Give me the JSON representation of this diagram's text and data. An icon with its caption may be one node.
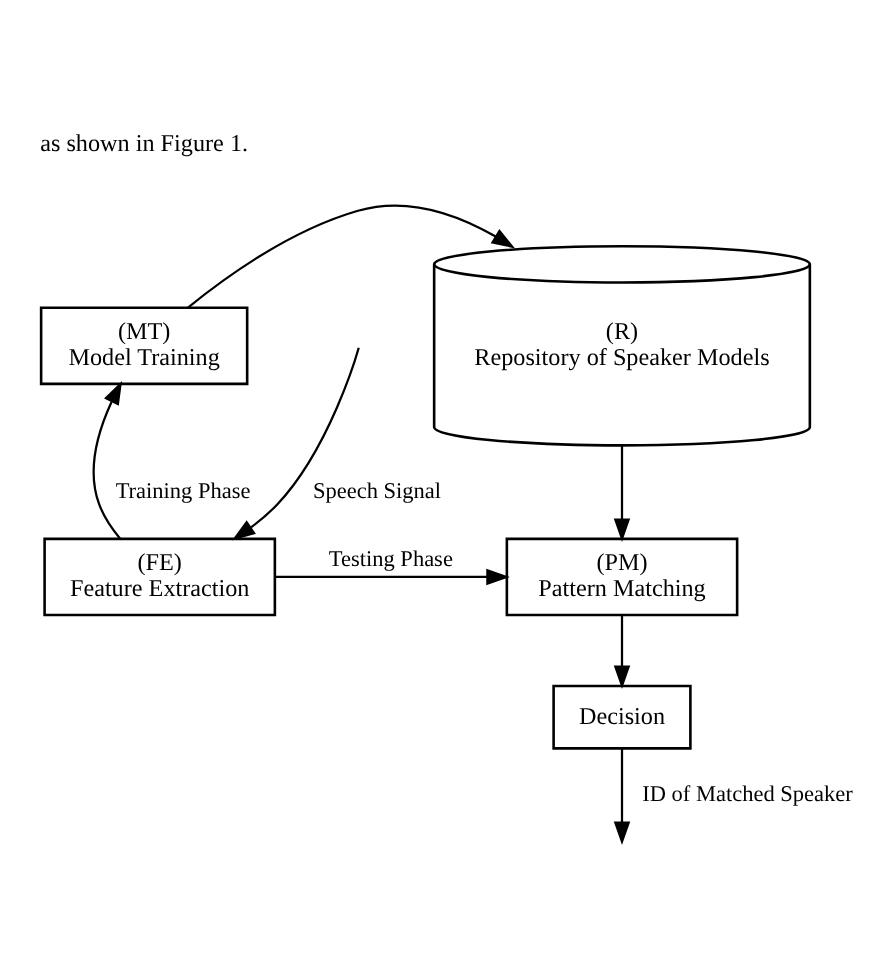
{
  "diagram": {
    "nodes": [
      {
        "text": [
          "(MT)",
          "Model Training"
        ]
      },
      {
        "text": [
          "(R)",
          "Repository of Speaker Models"
        ]
      },
      {
        "text": [
          "(FE)",
          "Feature Extraction"
        ]
      },
      {
        "text": [
          "(PM)",
          "Pattern Matching"
        ]
      },
      {
        "text": [
          "Decision"
        ]
      }
    ],
    "edges": [
      {
        "from": 0,
        "to": 1,
        "arrow": "to"
      },
      {
        "from": 2,
        "to": 0,
        "arrow": "to",
        "label": "Training Phase"
      },
      {
        "from": 1,
        "to": 3,
        "arrow": "to"
      },
      {
        "from": 2,
        "to": 3,
        "arrow": "to",
        "label": "Testing Phase"
      },
      {
        "from": 3,
        "to": 4,
        "arrow": "to"
      },
      {
        "from": null,
        "to": 2,
        "arrow": "to",
        "label": "Speech Signal"
      },
      {
        "from": 4,
        "to": null,
        "arrow": "to",
        "label": "ID of Matched Speaker"
      }
    ],
    "labels": [
      "as shown in Figure 1."
    ]
  }
}
